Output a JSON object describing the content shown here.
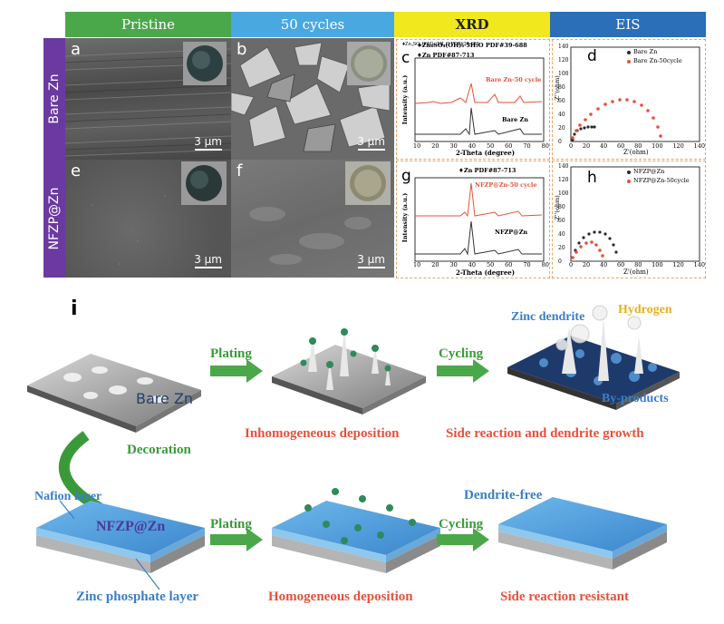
{
  "headers": [
    "Pristine",
    "50 cycles",
    "XRD",
    "EIS"
  ],
  "colors": {
    "pristine": "#4aa84a",
    "cycles": "#4aa8e0",
    "xrd": "#f2e81e",
    "eis": "#2a6fb8",
    "row_label": "#6a3aa0"
  },
  "row_labels": [
    "Bare Zn",
    "NFZP@Zn"
  ],
  "panels": {
    "a": {
      "label": "a",
      "scale": "3 μm"
    },
    "b": {
      "label": "b",
      "scale": "3 μm"
    },
    "c": {
      "label": "c",
      "legend1": "♦Zn₄SO₄(OH)₆·5H₂O PDF#39-688",
      "legend2": "♦Zn PDF#87-713",
      "series_top": "Bare Zn-50 cycle",
      "series_bottom": "Bare Zn",
      "xlabel": "2-Theta (degree)",
      "ylabel": "Intensity (a.u.)",
      "xticks": [
        "10",
        "20",
        "30",
        "40",
        "50",
        "60",
        "70",
        "80"
      ]
    },
    "d": {
      "label": "d",
      "legend1": "Bare Zn",
      "legend2": "Bare Zn-50cycle",
      "xlabel": "Z'(ohm)",
      "ylabel": "-Z''(ohm)",
      "xticks": [
        "0",
        "20",
        "40",
        "60",
        "80",
        "100",
        "120",
        "140"
      ],
      "yticks": [
        "0",
        "20",
        "40",
        "60",
        "80",
        "100",
        "120",
        "140"
      ]
    },
    "e": {
      "label": "e",
      "scale": "3 μm"
    },
    "f": {
      "label": "f",
      "scale": "3 μm"
    },
    "g": {
      "label": "g",
      "legend1": "♦Zn PDF#87-713",
      "series_top": "NFZP@Zn-50 cycle",
      "series_bottom": "NFZP@Zn",
      "xlabel": "2-Theta (degree)",
      "ylabel": "Intensity (a.u.)",
      "xticks": [
        "10",
        "20",
        "30",
        "40",
        "50",
        "60",
        "70",
        "80"
      ]
    },
    "h": {
      "label": "h",
      "legend1": "NFZP@Zn",
      "legend2": "NFZP@Zn-50cycle",
      "xlabel": "Z'(ohm)",
      "ylabel": "-Z''(ohm)",
      "xticks": [
        "0",
        "20",
        "40",
        "60",
        "80",
        "100",
        "120",
        "140"
      ],
      "yticks": [
        "0",
        "20",
        "40",
        "60",
        "80",
        "100",
        "120",
        "140"
      ]
    }
  },
  "scheme": {
    "label": "i",
    "bare_zn": "Bare Zn",
    "plating": "Plating",
    "cycling": "Cycling",
    "inhomogeneous": "Inhomogeneous deposition",
    "side_reaction_dendrite": "Side reaction and dendrite growth",
    "zinc_dendrite": "Zinc dendrite",
    "hydrogen": "Hydrogen",
    "by_products": "By-products",
    "decoration": "Decoration",
    "nafion_layer": "Nafion layer",
    "nfzp": "NFZP@Zn",
    "zinc_phosphate": "Zinc phosphate layer",
    "homogeneous": "Homogeneous deposition",
    "dendrite_free": "Dendrite-free",
    "side_reaction_resistant": "Side reaction resistant"
  }
}
